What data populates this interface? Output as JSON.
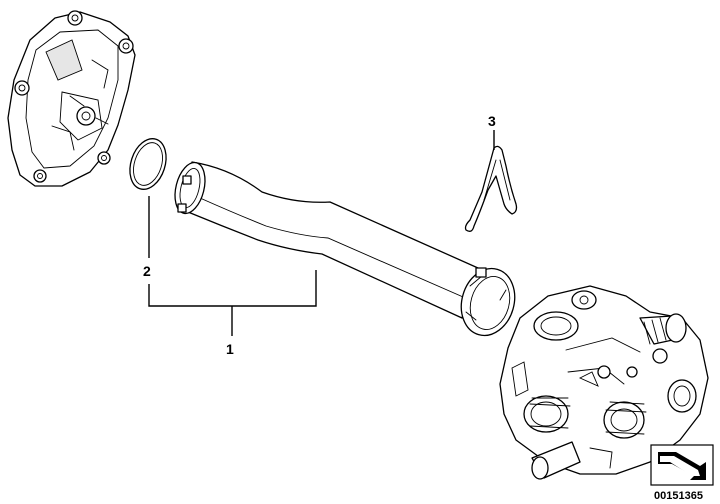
{
  "callouts": [
    {
      "id": "1",
      "label": "1"
    },
    {
      "id": "2",
      "label": "2"
    },
    {
      "id": "3",
      "label": "3"
    }
  ],
  "footer": {
    "doc_number": "00151365",
    "logo_icon": "arrow-stamp-icon"
  }
}
